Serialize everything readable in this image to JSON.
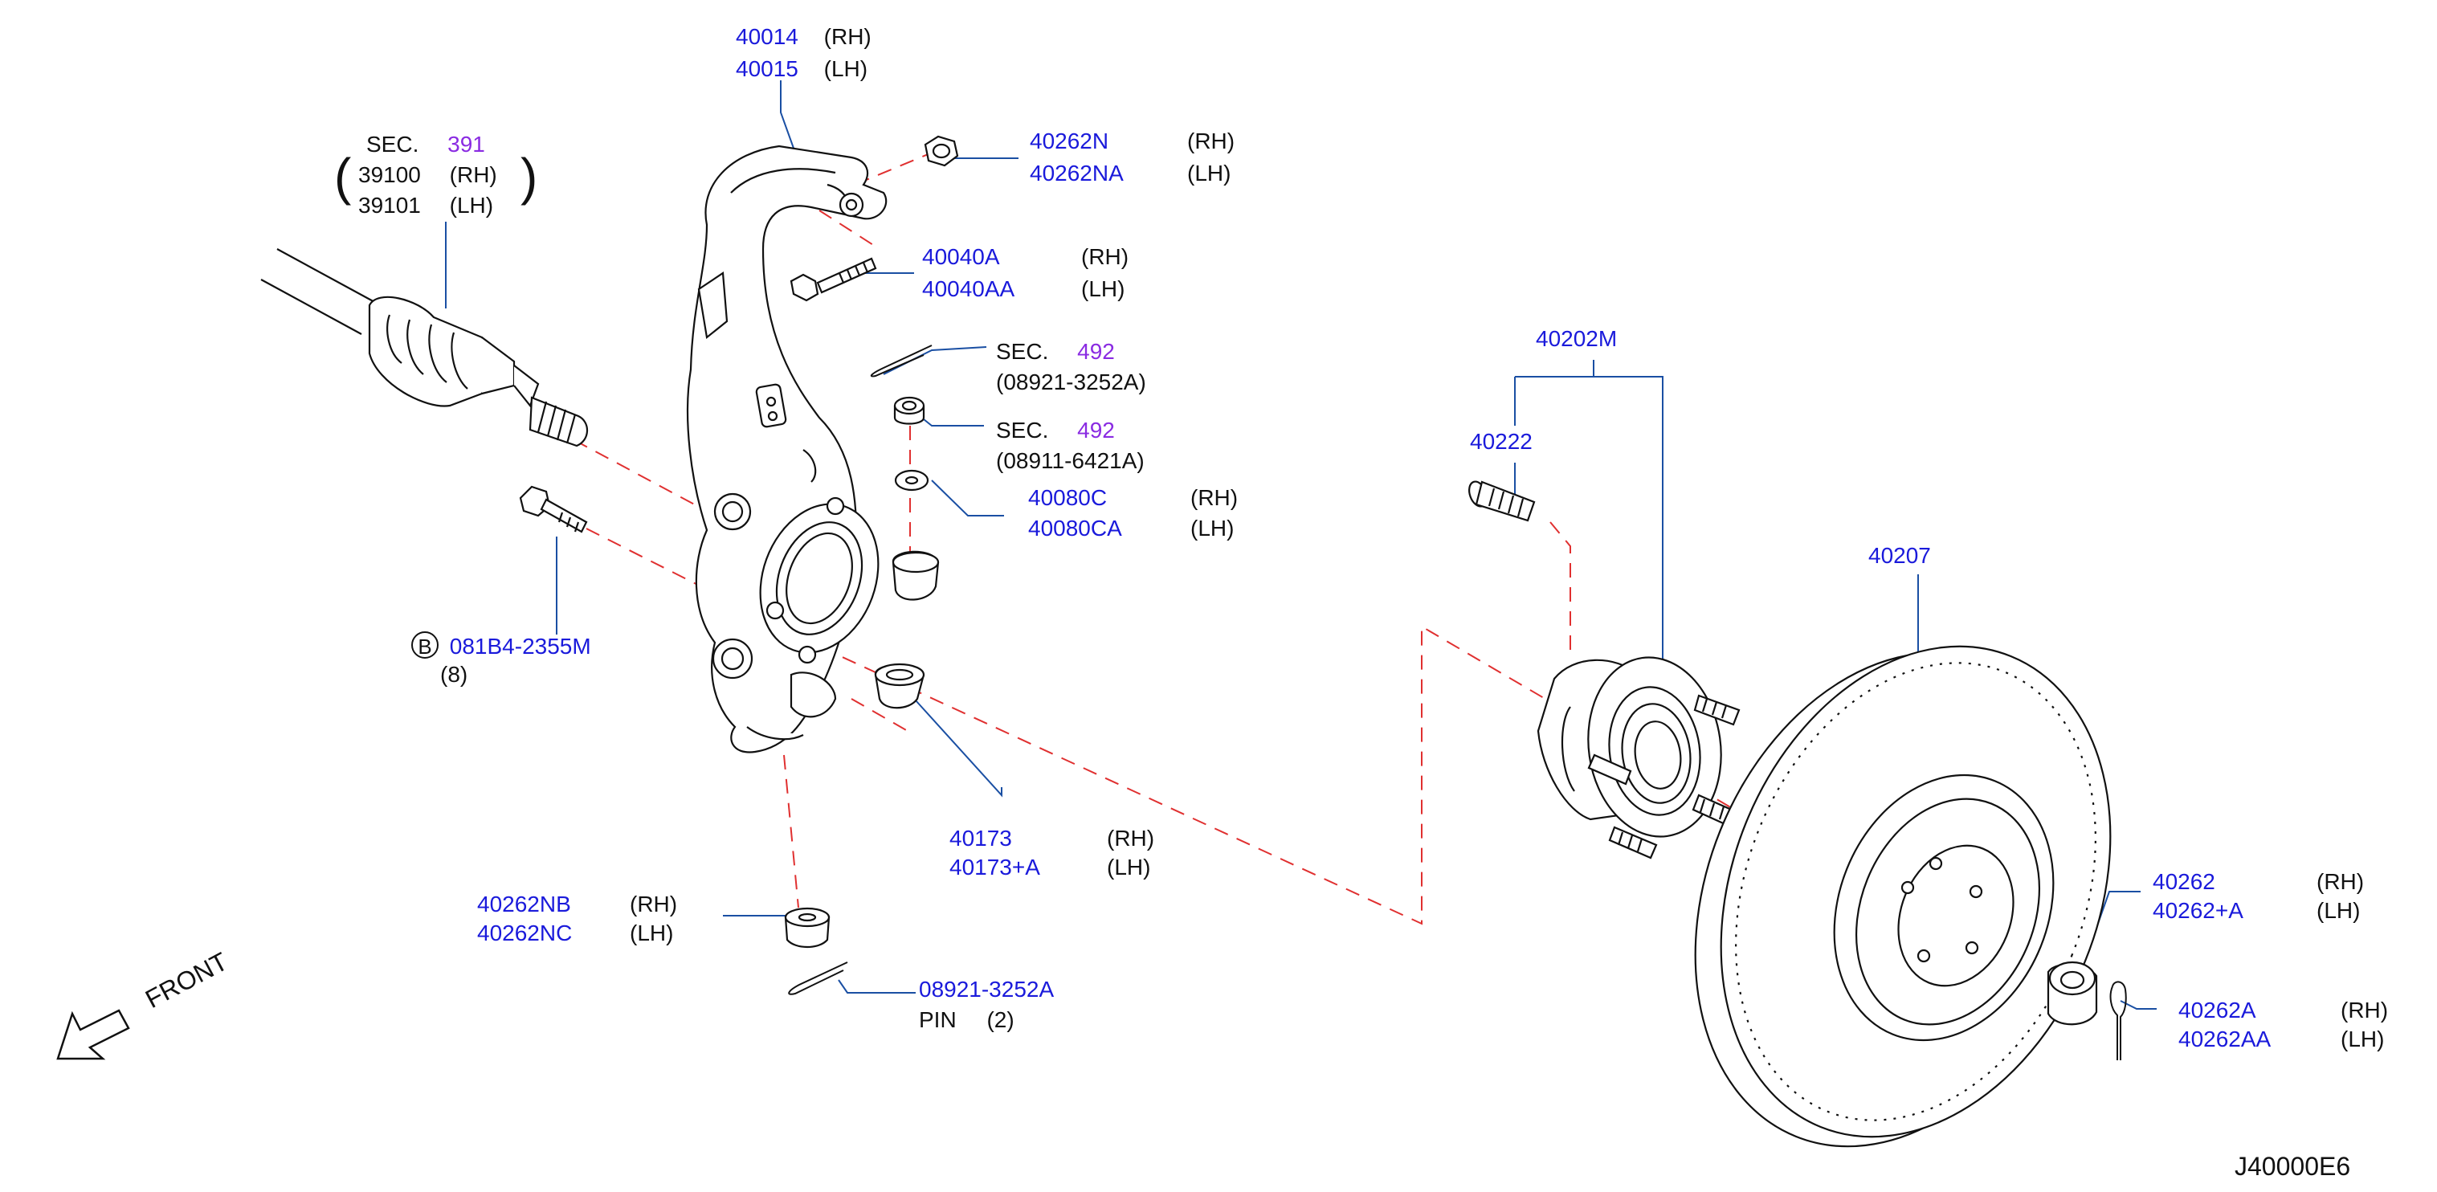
{
  "colors": {
    "part_number": "#1a1adb",
    "section_ref": "#8a2be2",
    "text": "#111111",
    "leader": "#1a4fa3",
    "centerline": "#e03030",
    "outline": "#111111"
  },
  "labels": {
    "knuckle_rh": {
      "pn": "40014",
      "side": "(RH)"
    },
    "knuckle_lh": {
      "pn": "40015",
      "side": "(LH)"
    },
    "sec391": {
      "prefix": "SEC.",
      "ref": "391"
    },
    "shaft_rh": {
      "pn": "39100",
      "side": "(RH)"
    },
    "shaft_lh": {
      "pn": "39101",
      "side": "(LH)"
    },
    "paren_open": "(",
    "paren_close": ")",
    "nut_top_rh": {
      "pn": "40262N",
      "side": "(RH)"
    },
    "nut_top_lh": {
      "pn": "40262NA",
      "side": "(LH)"
    },
    "bolt_top_rh": {
      "pn": "40040A",
      "side": "(RH)"
    },
    "bolt_top_lh": {
      "pn": "40040AA",
      "side": "(LH)"
    },
    "sec492a": {
      "prefix": "SEC.",
      "ref": "492",
      "sub": "(08921-3252A)"
    },
    "sec492b": {
      "prefix": "SEC.",
      "ref": "492",
      "sub": "(08911-6421A)"
    },
    "washer_rh": {
      "pn": "40080C",
      "side": "(RH)"
    },
    "washer_lh": {
      "pn": "40080CA",
      "side": "(LH)"
    },
    "bolt_b": {
      "circle": "B",
      "pn": "081B4-2355M",
      "qty": "(8)"
    },
    "bush_rh": {
      "pn": "40173",
      "side": "(RH)"
    },
    "bush_lh": {
      "pn": "40173+A",
      "side": "(LH)"
    },
    "nut_low_rh": {
      "pn": "40262NB",
      "side": "(RH)"
    },
    "nut_low_lh": {
      "pn": "40262NC",
      "side": "(LH)"
    },
    "pin": {
      "pn": "08921-3252A",
      "name": "PIN",
      "qty": "(2)"
    },
    "front": "FRONT",
    "hub": {
      "pn": "40202M"
    },
    "stud": {
      "pn": "40222"
    },
    "rotor": {
      "pn": "40207"
    },
    "hubnut_rh": {
      "pn": "40262",
      "side": "(RH)"
    },
    "hubnut_lh": {
      "pn": "40262+A",
      "side": "(LH)"
    },
    "cotter_rh": {
      "pn": "40262A",
      "side": "(RH)"
    },
    "cotter_lh": {
      "pn": "40262AA",
      "side": "(LH)"
    },
    "drawing_id": "J40000E6"
  }
}
